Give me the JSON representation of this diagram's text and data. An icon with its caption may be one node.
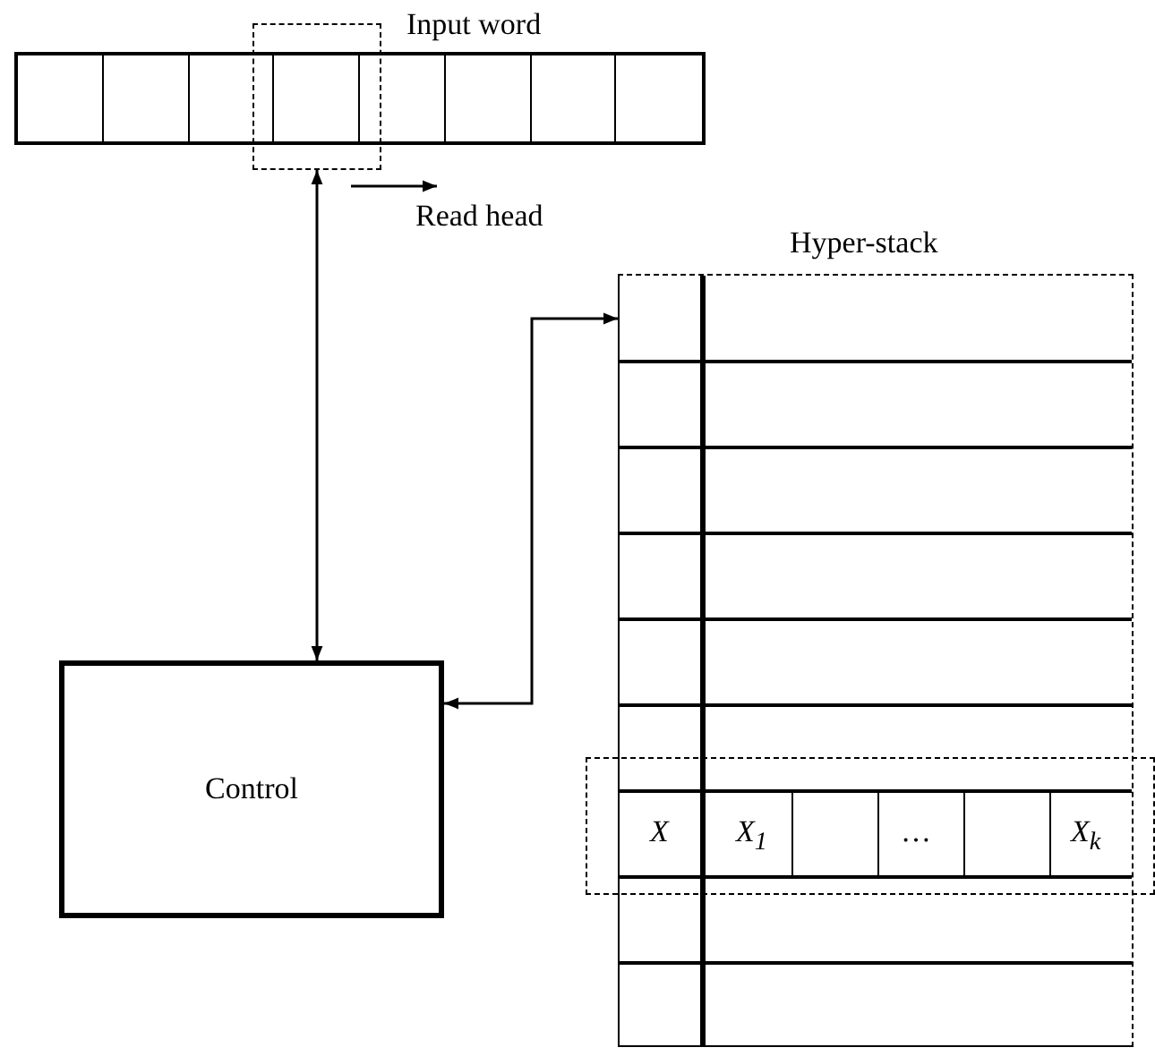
{
  "diagram": {
    "nodes": [
      {
        "text": [
          "Input word"
        ]
      },
      {
        "text": [],
        "shape": "box"
      },
      {
        "text": [
          "Hyper-stack"
        ]
      },
      {
        "text": [
          "Control"
        ]
      },
      {
        "text": [],
        "shape": "box"
      }
    ],
    "edges": [
      {
        "from": 1,
        "to": 3,
        "arrow": "both"
      },
      {
        "from": 2,
        "to": 3,
        "arrow": "both"
      }
    ],
    "labels": [
      "Read head",
      "X",
      "X$_{1}$",
      "…",
      "X$_{k}$"
    ]
  }
}
